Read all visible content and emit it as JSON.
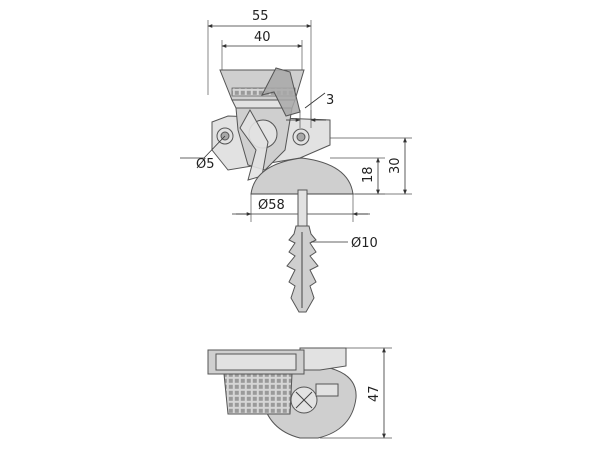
{
  "dimensions": {
    "width_overall": "55",
    "width_inner": "40",
    "gap": "3",
    "hole_diameter": "Ø5",
    "base_diameter": "Ø58",
    "base_height": "18",
    "total_height": "30",
    "plug_diameter": "Ø10",
    "side_height": "47"
  },
  "colors": {
    "part_fill": "#cfcfcf",
    "part_stroke": "#555555",
    "background": "#ffffff"
  }
}
